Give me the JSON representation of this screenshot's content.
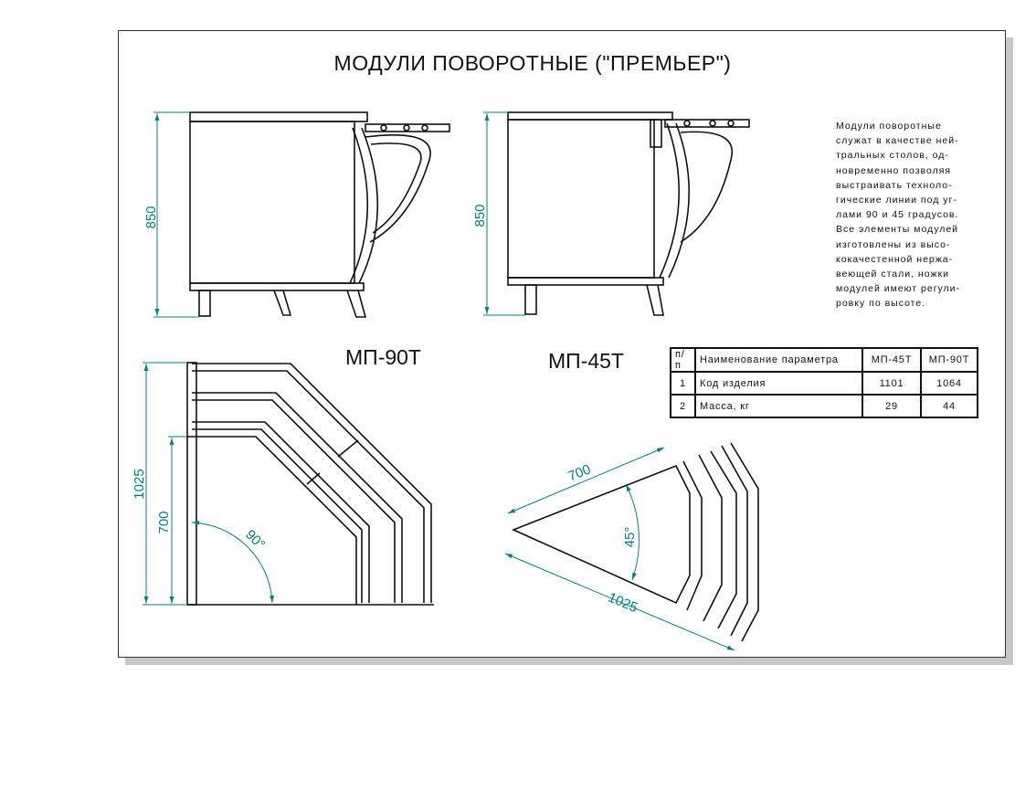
{
  "title": "МОДУЛИ ПОВОРОТНЫЕ (\"ПРЕМЬЕР\")",
  "models": {
    "mp90": "МП-90Т",
    "mp45": "МП-45Т"
  },
  "dimensions": {
    "height_left": "850",
    "height_right": "850",
    "top90_outer": "1025",
    "top90_inner": "700",
    "angle90": "90°",
    "top45_short": "700",
    "top45_long": "1025",
    "angle45": "45°"
  },
  "description": [
    "Модули  поворотные",
    "служат в качестве  ней-",
    "тральных  столов,  од-",
    "новременно  позволяя",
    "выстраивать  техноло-",
    "гические линии под  уг-",
    "лами 90 и  45  градусов.",
    "Все элементы модулей",
    "изготовлены  из  высо-",
    "кокачестенной  нержа-",
    "веющей  стали,  ножки",
    "модулей имеют регули-",
    "ровку по высоте."
  ],
  "table": {
    "headers": [
      "п/п",
      "Наименование параметра",
      "МП-45Т",
      "МП-90Т"
    ],
    "rows": [
      [
        "1",
        "Код изделия",
        "1101",
        "1064"
      ],
      [
        "2",
        "Масса, кг",
        "29",
        "44"
      ]
    ]
  },
  "colors": {
    "dimension": "#008080",
    "line": "#111111"
  }
}
